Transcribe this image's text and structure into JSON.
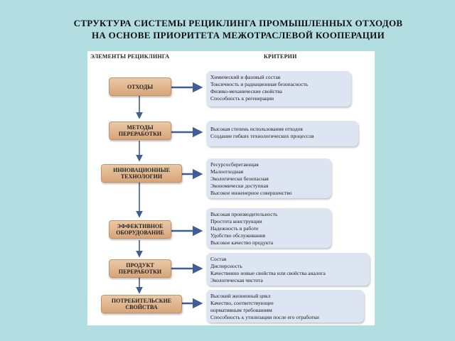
{
  "title": {
    "line1": "СТРУКТУРА  СИСТЕМЫ  РЕЦИКЛИНГА  ПРОМЫШЛЕННЫХ   ОТХОДОВ",
    "line2": "НА  ОСНОВЕ  ПРИОРИТЕТА  МЕЖОТРАСЛЕВОЙ  КООПЕРАЦИИ"
  },
  "headers": {
    "elements": "ЭЛЕМЕНТЫ РЕЦИКЛИНГА",
    "criteria": "КРИТЕРИИ"
  },
  "rows": [
    {
      "element": "ОТХОДЫ",
      "criteria": [
        "Химический и фазовый состав",
        "Токсичность и радиационная безопасность",
        "Физико-механические свойства",
        "Способность к регенерации"
      ]
    },
    {
      "element": "МЕТОДЫ ПЕРЕРАБОТКИ",
      "criteria": [
        "Высокая степень использования отходов",
        "Создание гибких технологических  процессов"
      ]
    },
    {
      "element": "ИННОВАЦИОННЫЕ ТЕХНОЛОГИИ",
      "criteria": [
        "Ресурсосберегающая",
        "Малоотходная",
        "Экологически безопасная",
        "Экономически доступная",
        "Высокое инженерное совершенство"
      ]
    },
    {
      "element": "ЭФФЕКТИВНОЕ ОБОРУДОВАНИЕ",
      "criteria": [
        "Высокая производительность",
        "Простота конструкции",
        "Надежность в работе",
        "Удобство  обслуживания",
        "Высокое качество продукта"
      ]
    },
    {
      "element": "ПРОДУКТ ПЕРЕРАБОТКИ",
      "criteria": [
        "Состав",
        "Дисперсность",
        "Качественно новые свойства  или свойства аналога",
        "Экологическая чистота"
      ]
    },
    {
      "element": "ПОТРЕБИТЕЛЬСКИЕ СВОЙСТВА",
      "criteria": [
        "Высокий жизненный цикл",
        "Качество, соответствующее",
        "нормативным требованиям",
        "Способность к утилизации после  его отработки"
      ]
    }
  ],
  "colors": {
    "background": "#b2dde1",
    "element_fill": "#dcae84",
    "criteria_fill": "#dde5f2",
    "arrow": "#3f5e93"
  }
}
